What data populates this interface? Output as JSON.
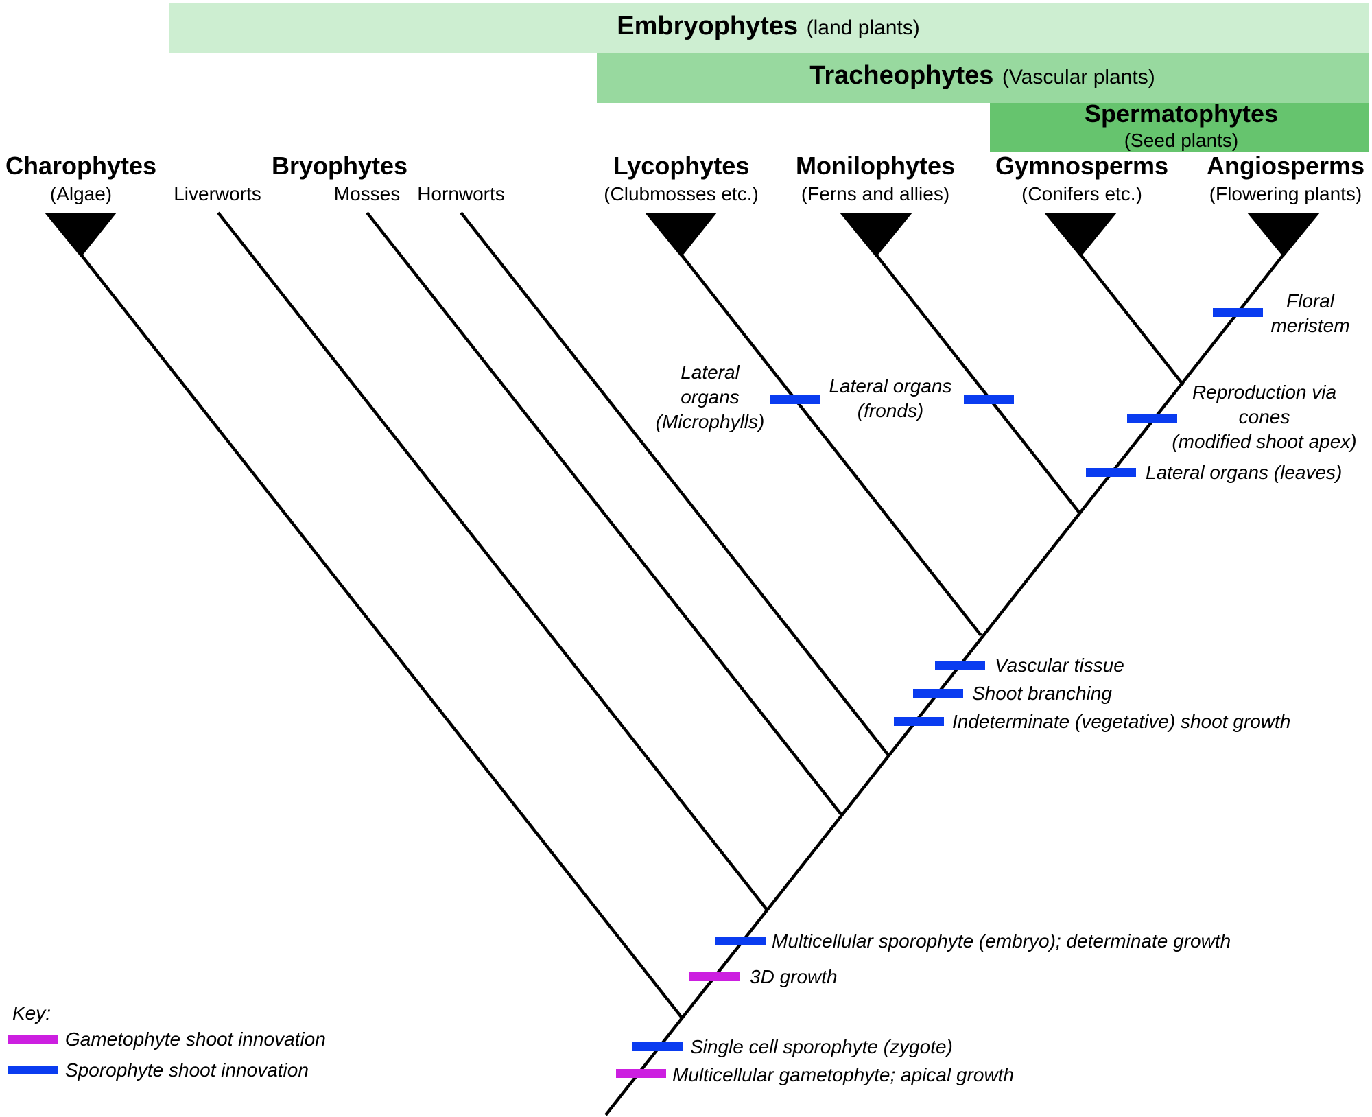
{
  "groups": {
    "embryophytes": {
      "name": "Embryophytes",
      "note": "(land plants)",
      "color": "#cdeed1"
    },
    "tracheophytes": {
      "name": "Tracheophytes",
      "note": "(Vascular plants)",
      "color": "#98d99f"
    },
    "spermatophytes": {
      "name": "Spermatophytes",
      "note": "(Seed plants)",
      "color": "#66c46e"
    }
  },
  "lineages": {
    "charophytes": {
      "name": "Charophytes",
      "sub": "(Algae)"
    },
    "bryophytes": {
      "name": "Bryophytes",
      "liverworts": "Liverworts",
      "mosses": "Mosses",
      "hornworts": "Hornworts"
    },
    "lycophytes": {
      "name": "Lycophytes",
      "sub": "(Clubmosses etc.)"
    },
    "monilophytes": {
      "name": "Monilophytes",
      "sub": "(Ferns and allies)"
    },
    "gymnosperms": {
      "name": "Gymnosperms",
      "sub": "(Conifers etc.)"
    },
    "angiosperms": {
      "name": "Angiosperms",
      "sub": "(Flowering plants)"
    }
  },
  "innovations": {
    "floral_meristem": {
      "line1": "Floral",
      "line2": "meristem"
    },
    "reproduction_cones": {
      "line1": "Reproduction via",
      "line2": "cones",
      "line3": "(modified shoot apex)"
    },
    "lateral_leaves": "Lateral organs (leaves)",
    "lateral_microphylls": {
      "line1": "Lateral",
      "line2": "organs",
      "line3": "(Microphylls)"
    },
    "lateral_fronds": {
      "line1": "Lateral organs",
      "line2": "(fronds)"
    },
    "vascular_tissue": "Vascular tissue",
    "shoot_branching": "Shoot branching",
    "indeterminate_growth": "Indeterminate (vegetative) shoot growth",
    "multicellular_sporophyte": "Multicellular sporophyte (embryo); determinate growth",
    "growth_3d": "3D growth",
    "single_cell_sporophyte": "Single cell sporophyte (zygote)",
    "multicellular_gametophyte": "Multicellular gametophyte; apical growth"
  },
  "key": {
    "title": "Key:",
    "gametophyte": "Gametophyte shoot innovation",
    "sporophyte": "Sporophyte shoot innovation"
  },
  "colors": {
    "gametophyte": "#cc1fe0",
    "sporophyte": "#0a3cf0",
    "branch": "#000000"
  }
}
